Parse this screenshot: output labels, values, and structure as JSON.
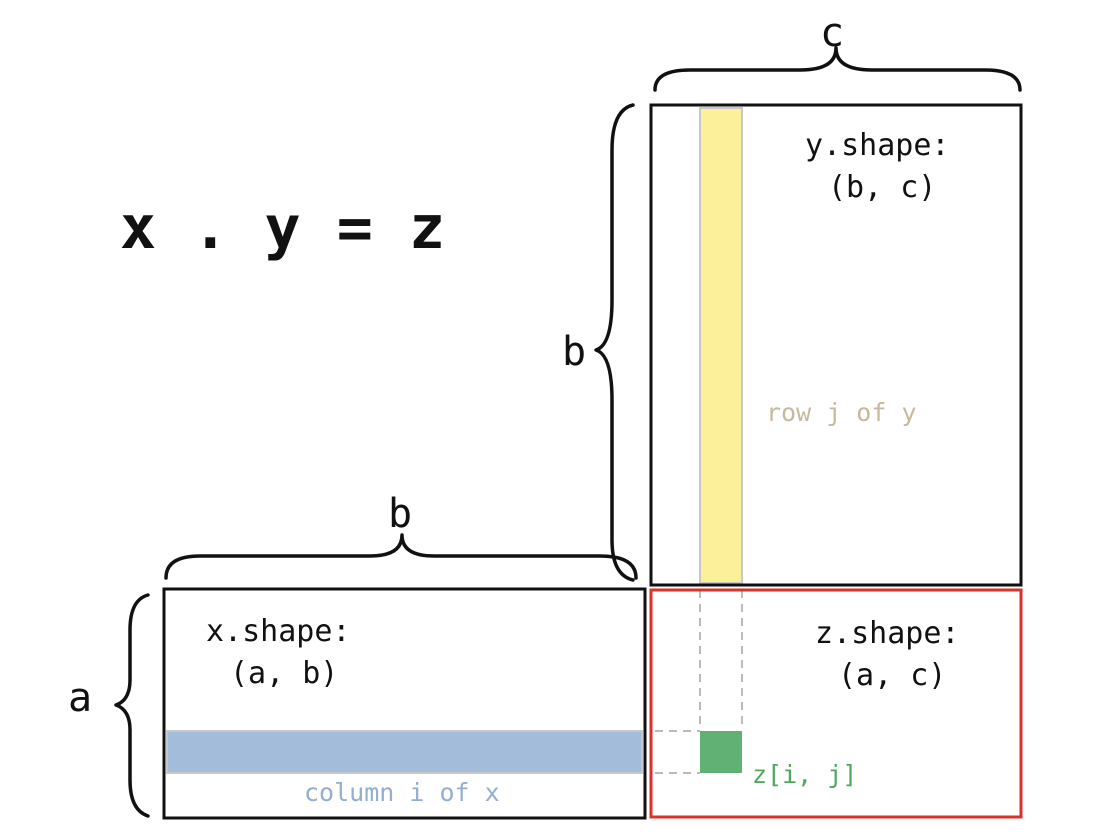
{
  "equation": "x . y = z",
  "matrices": {
    "x": {
      "shape_label": "x.shape:",
      "shape_value": "(a, b)"
    },
    "y": {
      "shape_label": "y.shape:",
      "shape_value": "(b, c)"
    },
    "z": {
      "shape_label": "z.shape:",
      "shape_value": "(a, c)"
    }
  },
  "dimensions": {
    "x_rows": "a",
    "x_cols": "b",
    "y_rows": "b",
    "y_cols": "c"
  },
  "highlights": {
    "x_label": "column i of x",
    "y_label": "row j of y",
    "z_label": "z[i, j]"
  },
  "colors": {
    "outline": "#111111",
    "z_outline": "#d7332b",
    "x_strip": "#a3bcd9",
    "x_label": "#93aed2",
    "y_strip": "#fdf09a",
    "y_label": "#c7b99b",
    "z_cell": "#62b174",
    "z_label": "#4ea85f",
    "guide": "#bbbbbb"
  }
}
